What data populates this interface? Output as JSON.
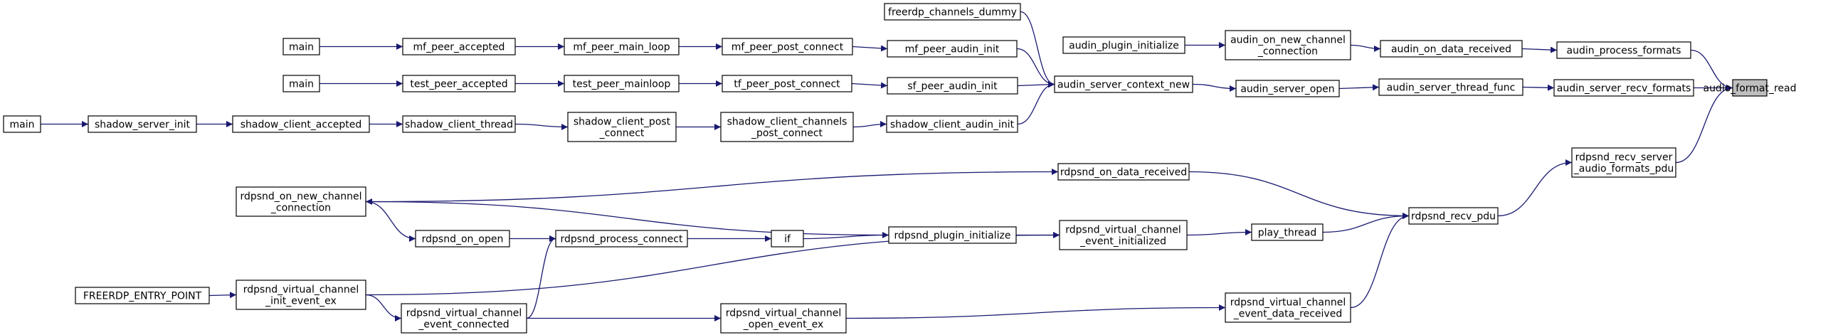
{
  "diagram": {
    "focus_node": "audio_format_read",
    "nodes": {
      "audio_format_read": [
        "audio_format_read"
      ],
      "audin_process_formats": [
        "audin_process_formats"
      ],
      "audin_server_recv_formats": [
        "audin_server_recv_formats"
      ],
      "rdpsnd_recv_server_audio_formats_pdu": [
        "rdpsnd_recv_server",
        "_audio_formats_pdu"
      ],
      "audin_on_data_received": [
        "audin_on_data_received"
      ],
      "audin_on_new_channel_connection": [
        "audin_on_new_channel",
        "_connection"
      ],
      "audin_plugin_initialize": [
        "audin_plugin_initialize"
      ],
      "audin_server_thread_func": [
        "audin_server_thread_func"
      ],
      "audin_server_open": [
        "audin_server_open"
      ],
      "audin_server_context_new": [
        "audin_server_context_new"
      ],
      "freerdp_channels_dummy": [
        "freerdp_channels_dummy"
      ],
      "mf_peer_audin_init": [
        "mf_peer_audin_init"
      ],
      "sf_peer_audin_init": [
        "sf_peer_audin_init"
      ],
      "shadow_client_audin_init": [
        "shadow_client_audin_init"
      ],
      "mf_peer_post_connect": [
        "mf_peer_post_connect"
      ],
      "mf_peer_main_loop": [
        "mf_peer_main_loop"
      ],
      "mf_peer_accepted": [
        "mf_peer_accepted"
      ],
      "main_1": [
        "main"
      ],
      "tf_peer_post_connect": [
        "tf_peer_post_connect"
      ],
      "test_peer_mainloop": [
        "test_peer_mainloop"
      ],
      "test_peer_accepted": [
        "test_peer_accepted"
      ],
      "main_2": [
        "main"
      ],
      "shadow_client_channels_post_connect": [
        "shadow_client_channels",
        "_post_connect"
      ],
      "shadow_client_post_connect": [
        "shadow_client_post",
        "_connect"
      ],
      "shadow_client_thread": [
        "shadow_client_thread"
      ],
      "shadow_client_accepted": [
        "shadow_client_accepted"
      ],
      "shadow_server_init": [
        "shadow_server_init"
      ],
      "main_3": [
        "main"
      ],
      "rdpsnd_recv_pdu": [
        "rdpsnd_recv_pdu"
      ],
      "rdpsnd_on_data_received": [
        "rdpsnd_on_data_received"
      ],
      "rdpsnd_on_new_channel_connection": [
        "rdpsnd_on_new_channel",
        "_connection"
      ],
      "play_thread": [
        "play_thread"
      ],
      "rdpsnd_virtual_channel_event_initialized": [
        "rdpsnd_virtual_channel",
        "_event_initialized"
      ],
      "rdpsnd_plugin_initialize": [
        "rdpsnd_plugin_initialize"
      ],
      "if_node": [
        "if"
      ],
      "rdpsnd_process_connect": [
        "rdpsnd_process_connect"
      ],
      "rdpsnd_on_open": [
        "rdpsnd_on_open"
      ],
      "rdpsnd_virtual_channel_init_event_ex": [
        "rdpsnd_virtual_channel",
        "_init_event_ex"
      ],
      "FREERDP_ENTRY_POINT": [
        "FREERDP_ENTRY_POINT"
      ],
      "rdpsnd_virtual_channel_event_data_received": [
        "rdpsnd_virtual_channel",
        "_event_data_received"
      ],
      "rdpsnd_virtual_channel_open_event_ex": [
        "rdpsnd_virtual_channel",
        "_open_event_ex"
      ],
      "rdpsnd_virtual_channel_event_connected": [
        "rdpsnd_virtual_channel",
        "_event_connected"
      ]
    },
    "edges": [
      [
        "audin_process_formats",
        "audio_format_read"
      ],
      [
        "audin_server_recv_formats",
        "audio_format_read"
      ],
      [
        "rdpsnd_recv_server_audio_formats_pdu",
        "audio_format_read"
      ],
      [
        "audin_on_data_received",
        "audin_process_formats"
      ],
      [
        "audin_on_new_channel_connection",
        "audin_on_data_received"
      ],
      [
        "audin_plugin_initialize",
        "audin_on_new_channel_connection"
      ],
      [
        "audin_server_thread_func",
        "audin_server_recv_formats"
      ],
      [
        "audin_server_open",
        "audin_server_thread_func"
      ],
      [
        "audin_server_context_new",
        "audin_server_open"
      ],
      [
        "freerdp_channels_dummy",
        "audin_server_context_new"
      ],
      [
        "mf_peer_audin_init",
        "audin_server_context_new"
      ],
      [
        "sf_peer_audin_init",
        "audin_server_context_new"
      ],
      [
        "shadow_client_audin_init",
        "audin_server_context_new"
      ],
      [
        "mf_peer_post_connect",
        "mf_peer_audin_init"
      ],
      [
        "mf_peer_main_loop",
        "mf_peer_post_connect"
      ],
      [
        "mf_peer_accepted",
        "mf_peer_main_loop"
      ],
      [
        "main_1",
        "mf_peer_accepted"
      ],
      [
        "tf_peer_post_connect",
        "sf_peer_audin_init"
      ],
      [
        "test_peer_mainloop",
        "tf_peer_post_connect"
      ],
      [
        "test_peer_accepted",
        "test_peer_mainloop"
      ],
      [
        "main_2",
        "test_peer_accepted"
      ],
      [
        "shadow_client_channels_post_connect",
        "shadow_client_audin_init"
      ],
      [
        "shadow_client_post_connect",
        "shadow_client_channels_post_connect"
      ],
      [
        "shadow_client_thread",
        "shadow_client_post_connect"
      ],
      [
        "shadow_client_accepted",
        "shadow_client_thread"
      ],
      [
        "shadow_server_init",
        "shadow_client_accepted"
      ],
      [
        "main_3",
        "shadow_server_init"
      ],
      [
        "rdpsnd_recv_pdu",
        "rdpsnd_recv_server_audio_formats_pdu"
      ],
      [
        "rdpsnd_on_data_received",
        "rdpsnd_recv_pdu"
      ],
      [
        "play_thread",
        "rdpsnd_recv_pdu"
      ],
      [
        "rdpsnd_virtual_channel_event_data_received",
        "rdpsnd_recv_pdu"
      ],
      [
        "rdpsnd_on_new_channel_connection",
        "rdpsnd_on_data_received"
      ],
      [
        "rdpsnd_virtual_channel_event_initialized",
        "play_thread"
      ],
      [
        "rdpsnd_plugin_initialize",
        "rdpsnd_virtual_channel_event_initialized"
      ],
      [
        "rdpsnd_virtual_channel_init_event_ex",
        "rdpsnd_virtual_channel_event_initialized"
      ],
      [
        "rdpsnd_plugin_initialize",
        "rdpsnd_on_new_channel_connection"
      ],
      [
        "if_node",
        "rdpsnd_plugin_initialize"
      ],
      [
        "rdpsnd_process_connect",
        "if_node"
      ],
      [
        "rdpsnd_on_open",
        "rdpsnd_process_connect"
      ],
      [
        "rdpsnd_virtual_channel_event_connected",
        "rdpsnd_process_connect"
      ],
      [
        "rdpsnd_on_new_channel_connection",
        "rdpsnd_on_open"
      ],
      [
        "FREERDP_ENTRY_POINT",
        "rdpsnd_virtual_channel_init_event_ex"
      ],
      [
        "rdpsnd_virtual_channel_init_event_ex",
        "rdpsnd_virtual_channel_event_connected"
      ],
      [
        "rdpsnd_virtual_channel_event_connected",
        "rdpsnd_virtual_channel_open_event_ex"
      ],
      [
        "rdpsnd_virtual_channel_open_event_ex",
        "rdpsnd_virtual_channel_event_data_received"
      ]
    ]
  }
}
